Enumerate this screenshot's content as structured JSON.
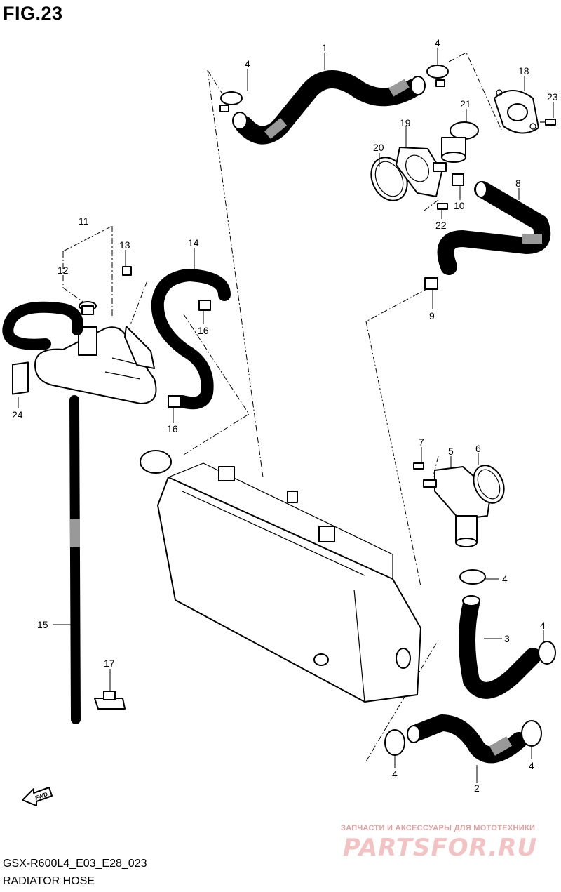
{
  "figure": {
    "title": "FIG.23",
    "model_code": "GSX-R600L4_E03_E28_023",
    "name": "RADIATOR HOSE"
  },
  "watermark": {
    "tagline": "ЗАПЧАСТИ И АКСЕССУАРЫ ДЛЯ МОТОТЕХНИКИ",
    "logo": "PARTSFOR.RU",
    "color": "#e8a3a3"
  },
  "direction_marker": "FWD",
  "callouts": {
    "c1": "1",
    "c2": "2",
    "c3": "3",
    "c4a": "4",
    "c4b": "4",
    "c4c": "4",
    "c4d": "4",
    "c4e": "4",
    "c4f": "4",
    "c5": "5",
    "c6": "6",
    "c7": "7",
    "c8": "8",
    "c9": "9",
    "c10": "10",
    "c11": "11",
    "c12": "12",
    "c13": "13",
    "c14": "14",
    "c15": "15",
    "c16a": "16",
    "c16b": "16",
    "c17": "17",
    "c18": "18",
    "c19": "19",
    "c20": "20",
    "c21": "21",
    "c22": "22",
    "c23": "23",
    "c24": "24"
  }
}
